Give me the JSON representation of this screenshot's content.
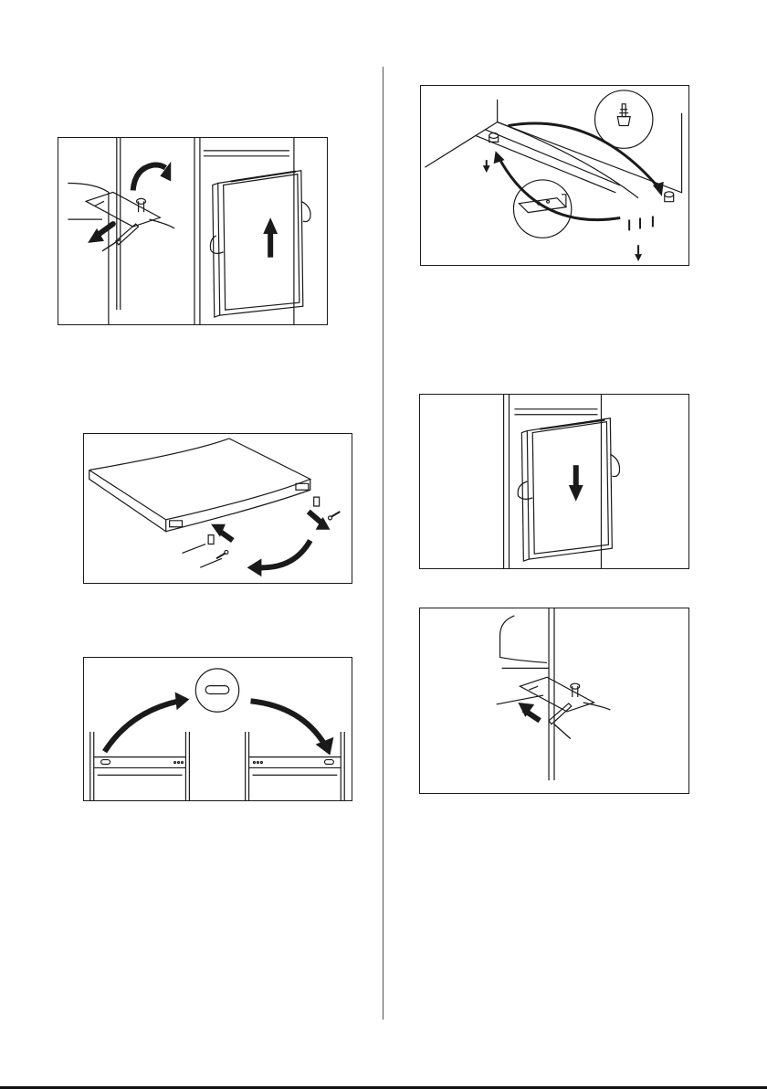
{
  "page": {
    "layout": "two-column",
    "column_divider": true,
    "bottom_rule": true
  },
  "figures": [
    {
      "id": "fig-remove-upper-door",
      "content": "remove-upper-door-hinge"
    },
    {
      "id": "fig-door-pins",
      "content": "move-door-pins-to-opposite-side"
    },
    {
      "id": "fig-hole-cover",
      "content": "move-hole-cover"
    },
    {
      "id": "fig-bottom-hinge",
      "content": "move-bottom-hinge"
    },
    {
      "id": "fig-refit-door",
      "content": "refit-door"
    },
    {
      "id": "fig-refit-hinge",
      "content": "tighten-upper-hinge"
    }
  ],
  "icons": [
    "curved-arrow-icon",
    "straight-arrow-icon",
    "hand-icon",
    "screwdriver-icon",
    "screw-icon",
    "hinge-pin-icon"
  ],
  "colors": {
    "line": "#1a1a1a",
    "background": "#ffffff"
  }
}
